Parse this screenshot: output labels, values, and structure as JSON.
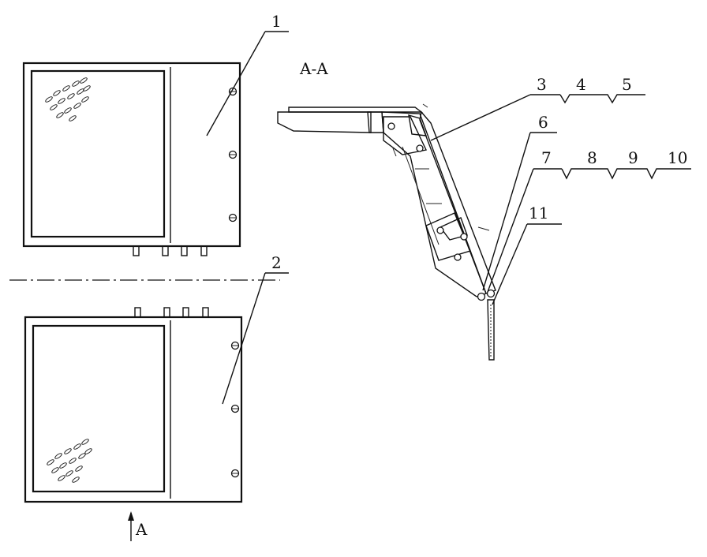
{
  "section_title": "A-A",
  "view_arrow_label": "A",
  "callouts": {
    "c1": "1",
    "c2": "2",
    "c3": "3",
    "c4": "4",
    "c5": "5",
    "c6": "6",
    "c7": "7",
    "c8": "8",
    "c9": "9",
    "c10": "10",
    "c11": "11"
  }
}
